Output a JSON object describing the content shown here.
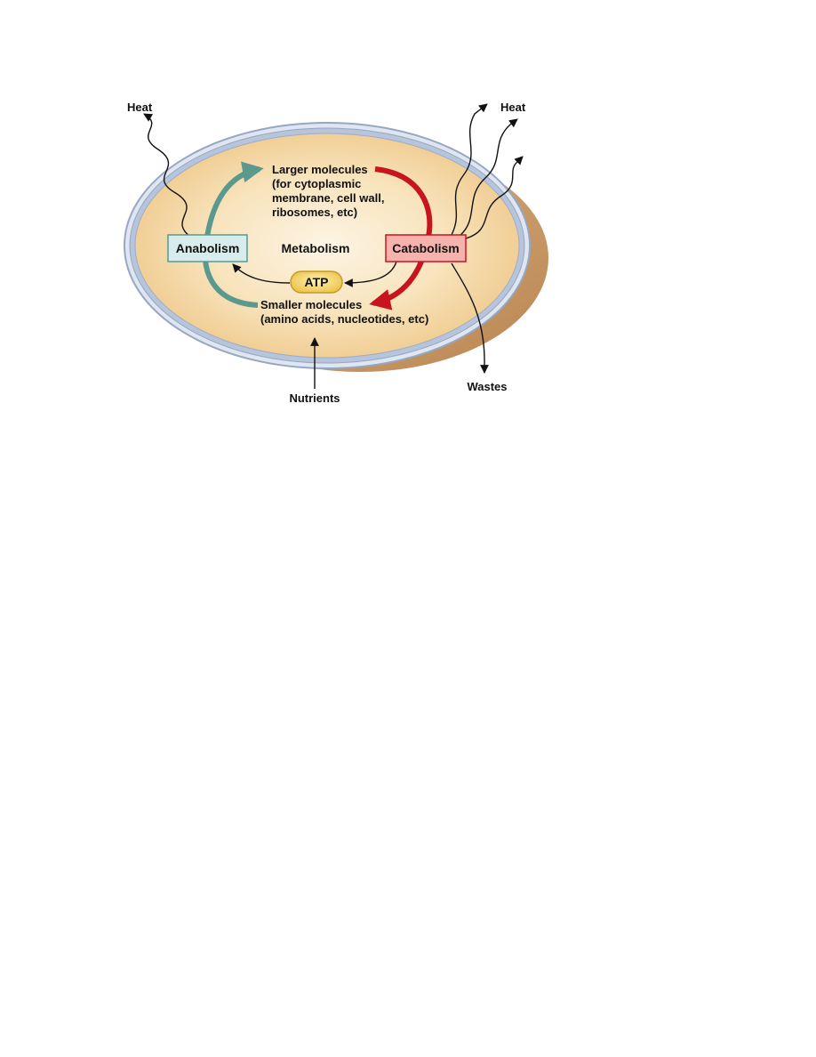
{
  "labels": {
    "heat_left": "Heat",
    "heat_right": "Heat",
    "larger_molecules": [
      "Larger molecules",
      "(for cytoplasmic",
      "membrane, cell wall,",
      "ribosomes, etc)"
    ],
    "anabolism": "Anabolism",
    "metabolism": "Metabolism",
    "catabolism": "Catabolism",
    "atp": "ATP",
    "smaller_molecules": [
      "Smaller molecules",
      "(amino acids, nucleotides, etc)"
    ],
    "nutrients": "Nutrients",
    "wastes": "Wastes"
  },
  "colors": {
    "anabolism_arrow": "#5a9a8e",
    "catabolism_arrow": "#c8141e",
    "anabolism_box_fill": "#d7ecec",
    "anabolism_box_stroke": "#5a9a8e",
    "catabolism_box_fill": "#f6b3ae",
    "catabolism_box_stroke": "#c8141e",
    "cell_inner": "#fcf1dc",
    "cell_outer": "#f0cf94",
    "cell_back": "#c99a68",
    "membrane": "#aebcd4",
    "atp_fill": "#f6d873"
  }
}
